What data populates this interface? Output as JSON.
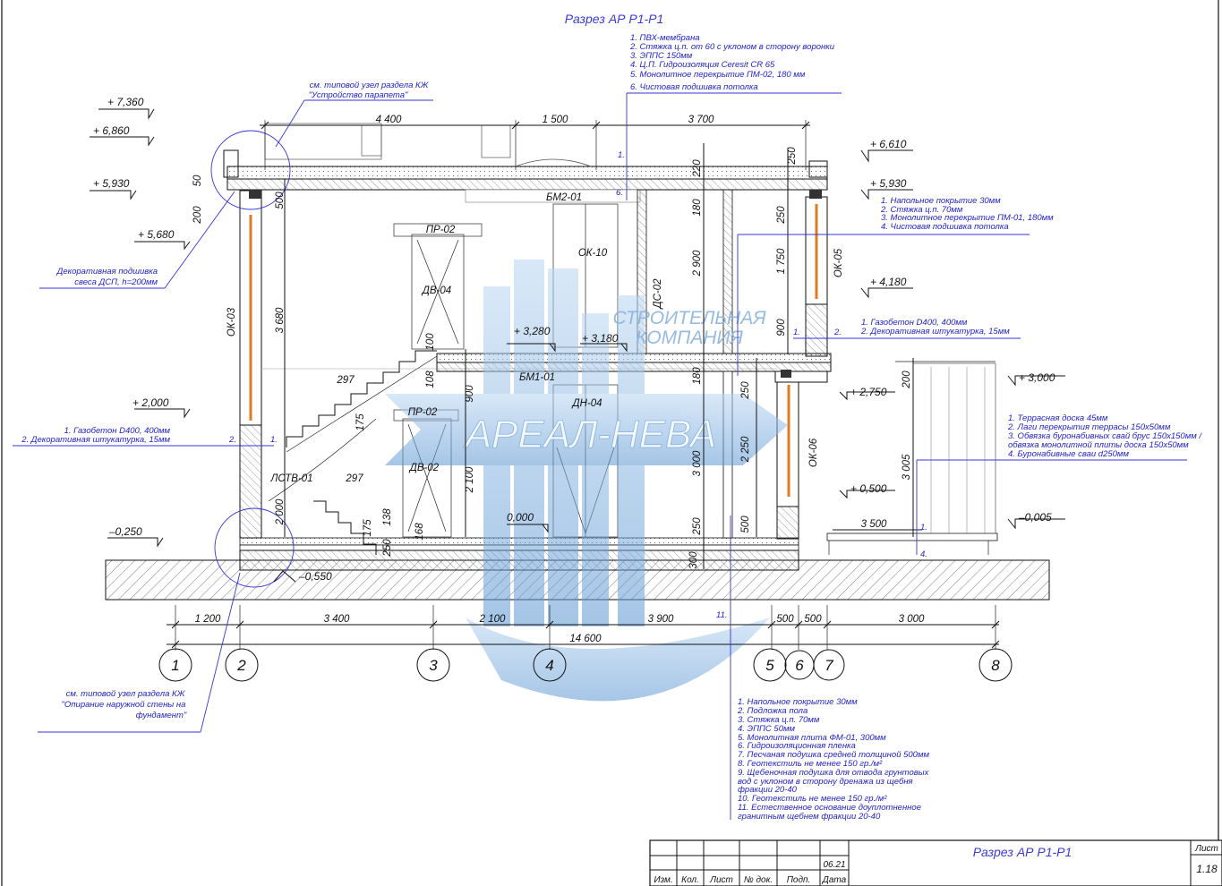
{
  "drawing": {
    "title_top": "Разрез АР Р1-Р1",
    "title_block": "Разрез АР Р1-Р1",
    "sheet_label": "Лист",
    "sheet_number": "1.18",
    "date": "06.21",
    "stamp_cols": [
      "Изм.",
      "Кол.",
      "Лист",
      "№ док.",
      "Подп.",
      "Дата"
    ]
  },
  "watermark": {
    "line1": "СТРОИТЕЛЬНАЯ",
    "line2": "КОМПАНИЯ",
    "brand": "АРЕАЛ-НЕВА"
  },
  "levels": {
    "l7360": "+ 7,360",
    "l6860": "+ 6,860",
    "l5930": "+ 5,930",
    "l5680": "+ 5,680",
    "l2000": "+ 2,000",
    "m0250": "–0,250",
    "m0550": "–0,550",
    "r6610": "+ 6,610",
    "r5930": "+ 5,930",
    "r4180": "+ 4,180",
    "r2750": "+ 2,750",
    "r0500": "+ 0,500",
    "r3000": "+ 3,000",
    "rm0005": "–0,005",
    "i3280": "+ 3,280",
    "i3180": "+ 3,180",
    "i0000": "0,000"
  },
  "dims": {
    "d4400": "4 400",
    "d1500": "1 500",
    "d3700": "3 700",
    "v220": "220",
    "v250a": "250",
    "v50": "50",
    "v200a": "200",
    "v500a": "500",
    "v180a": "180",
    "v2900": "2 900",
    "v1750": "1 750",
    "v900a": "900",
    "v250b": "250",
    "v3680": "3 680",
    "v100": "100",
    "v108": "108",
    "v297a": "297",
    "v175a": "175",
    "v900b": "900",
    "v2100": "2 100",
    "v180b": "180",
    "v3000": "3 000",
    "v250c": "250",
    "v250d": "250",
    "v2250": "2 250",
    "v500b": "500",
    "v297b": "297",
    "v2000": "2 000",
    "v138": "138",
    "v175b": "175",
    "v168": "168",
    "v250e": "250",
    "v300": "300",
    "v200b": "200",
    "v3005": "3 005",
    "d3500": "3 500",
    "b1200": "1 200",
    "b3400": "3 400",
    "b2100": "2 100",
    "b3900": "3 900",
    "b500a": "500",
    "b500b": "500",
    "b3000": "3 000",
    "b14600": "14 600"
  },
  "axes": [
    "1",
    "2",
    "3",
    "4",
    "5",
    "6",
    "7",
    "8"
  ],
  "labels": {
    "bm2": "БМ2-01",
    "bm1": "БМ1-01",
    "ok10": "ОК-10",
    "pr02a": "ПР-02",
    "pr02b": "ПР-02",
    "dv04": "ДВ-04",
    "dv02": "ДВ-02",
    "dn04": "ДН-04",
    "ds02": "ДС-02",
    "ok03": "ОК-03",
    "ok05": "ОК-05",
    "ok06": "ОК-06",
    "lstv": "ЛСТВ-01"
  },
  "markers": {
    "m1a": "1.",
    "m1b": "1.",
    "m2a": "2.",
    "m2b": "2.",
    "m6": "6.",
    "m1c": "1.",
    "m1d": "1.",
    "m4": "4.",
    "m11": "11."
  },
  "notes": {
    "parapet": [
      "см. типовой узел раздела КЖ",
      "\"Устройство парапета\""
    ],
    "roof": [
      "1. ПВХ-мембрана",
      "2. Стяжка ц.п. от 60 с уклоном в сторону воронки",
      "3. ЭППС 150мм",
      "4. Ц.П. Гидроизоляция Ceresit CR 65",
      "5. Монолитное перекрытие ПМ-02, 180 мм",
      "6. Чистовая подшивка потолка"
    ],
    "floor2": [
      "1. Напольное покрытие 30мм",
      "2. Стяжка ц.п. 70мм",
      "3. Монолитное перекрытие ПМ-01, 180мм",
      "4. Чистовая подшивка потолка"
    ],
    "eaves": [
      "Декоративная подшивка",
      "свеса ДСП, h=200мм"
    ],
    "wall_left": [
      "1. Газобетон D400, 400мм",
      "2. Декоративная штукатурка, 15мм"
    ],
    "wall_right": [
      "1. Газобетон D400, 400мм",
      "2. Декоративная штукатурка, 15мм"
    ],
    "terrace": [
      "1. Террасная доска 45мм",
      "2. Лаги перекрытия террасы 150х50мм",
      "3. Обвязка буронабивных свай брус 150х150мм /",
      "обвязка монолитной плиты доска 150х50мм",
      "4. Буронабивные сваи d250мм"
    ],
    "foundation_node": [
      "см. типовой узел раздела КЖ",
      "\"Опирание наружной стены на",
      "фундамент\""
    ],
    "floor1": [
      "1. Напольное покрытие 30мм",
      "2. Подложка пола",
      "3. Стяжка ц.п. 70мм",
      "4. ЭППС 50мм",
      "5. Монолитная плита ФМ-01, 300мм",
      "6. Гидроизоляционная пленка",
      "7. Песчаная подушка средней толщиной 500мм",
      "8. Геотекстиль не менее 150 гр./м²",
      "9. Щебеночная подушка для отвода грунтовых",
      "вод с уклоном в сторону дренажа из щебня",
      "фракции 20-40",
      "10. Геотекстиль не менее 150 гр./м²",
      "11. Естественное основание доуплотненное",
      "гранитным щебнем фракции 20-40"
    ]
  }
}
